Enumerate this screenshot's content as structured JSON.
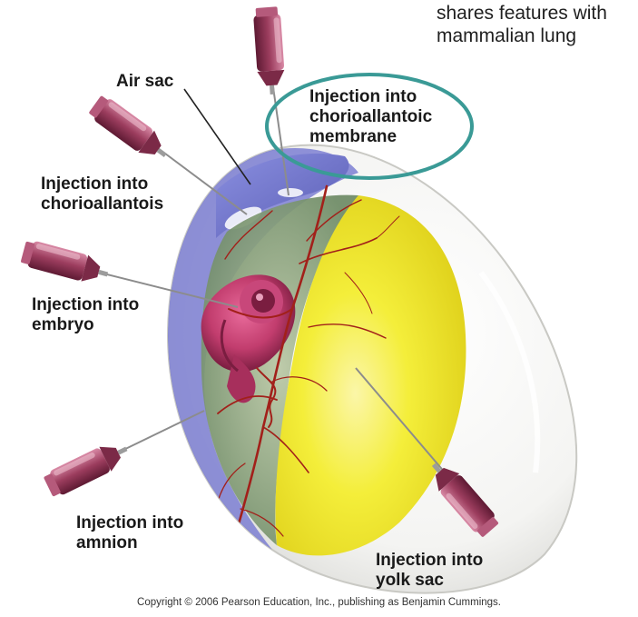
{
  "note": {
    "line1": "shares features with",
    "line2": "mammalian lung"
  },
  "labels": {
    "air_sac": "Air sac",
    "cam_line1": "Injection into",
    "cam_line2": "chorioallantoic",
    "cam_line3": "membrane",
    "chorioallantois_line1": "Injection into",
    "chorioallantois_line2": "chorioallantois",
    "embryo_line1": "Injection into",
    "embryo_line2": "embryo",
    "amnion_line1": "Injection into",
    "amnion_line2": "amnion",
    "yolk_line1": "Injection into",
    "yolk_line2": "yolk sac"
  },
  "copyright": "Copyright © 2006 Pearson Education, Inc., publishing as Benjamin Cummings.",
  "colors": {
    "highlight_ellipse": "#3a9a96",
    "syringe_body": "#9c3d5e",
    "needle": "#8c8c8c",
    "yolk": "#f4ee3a",
    "air_sac": "#6e72c8",
    "vessels": "#a2201a",
    "embryo": "#c23d6e"
  }
}
